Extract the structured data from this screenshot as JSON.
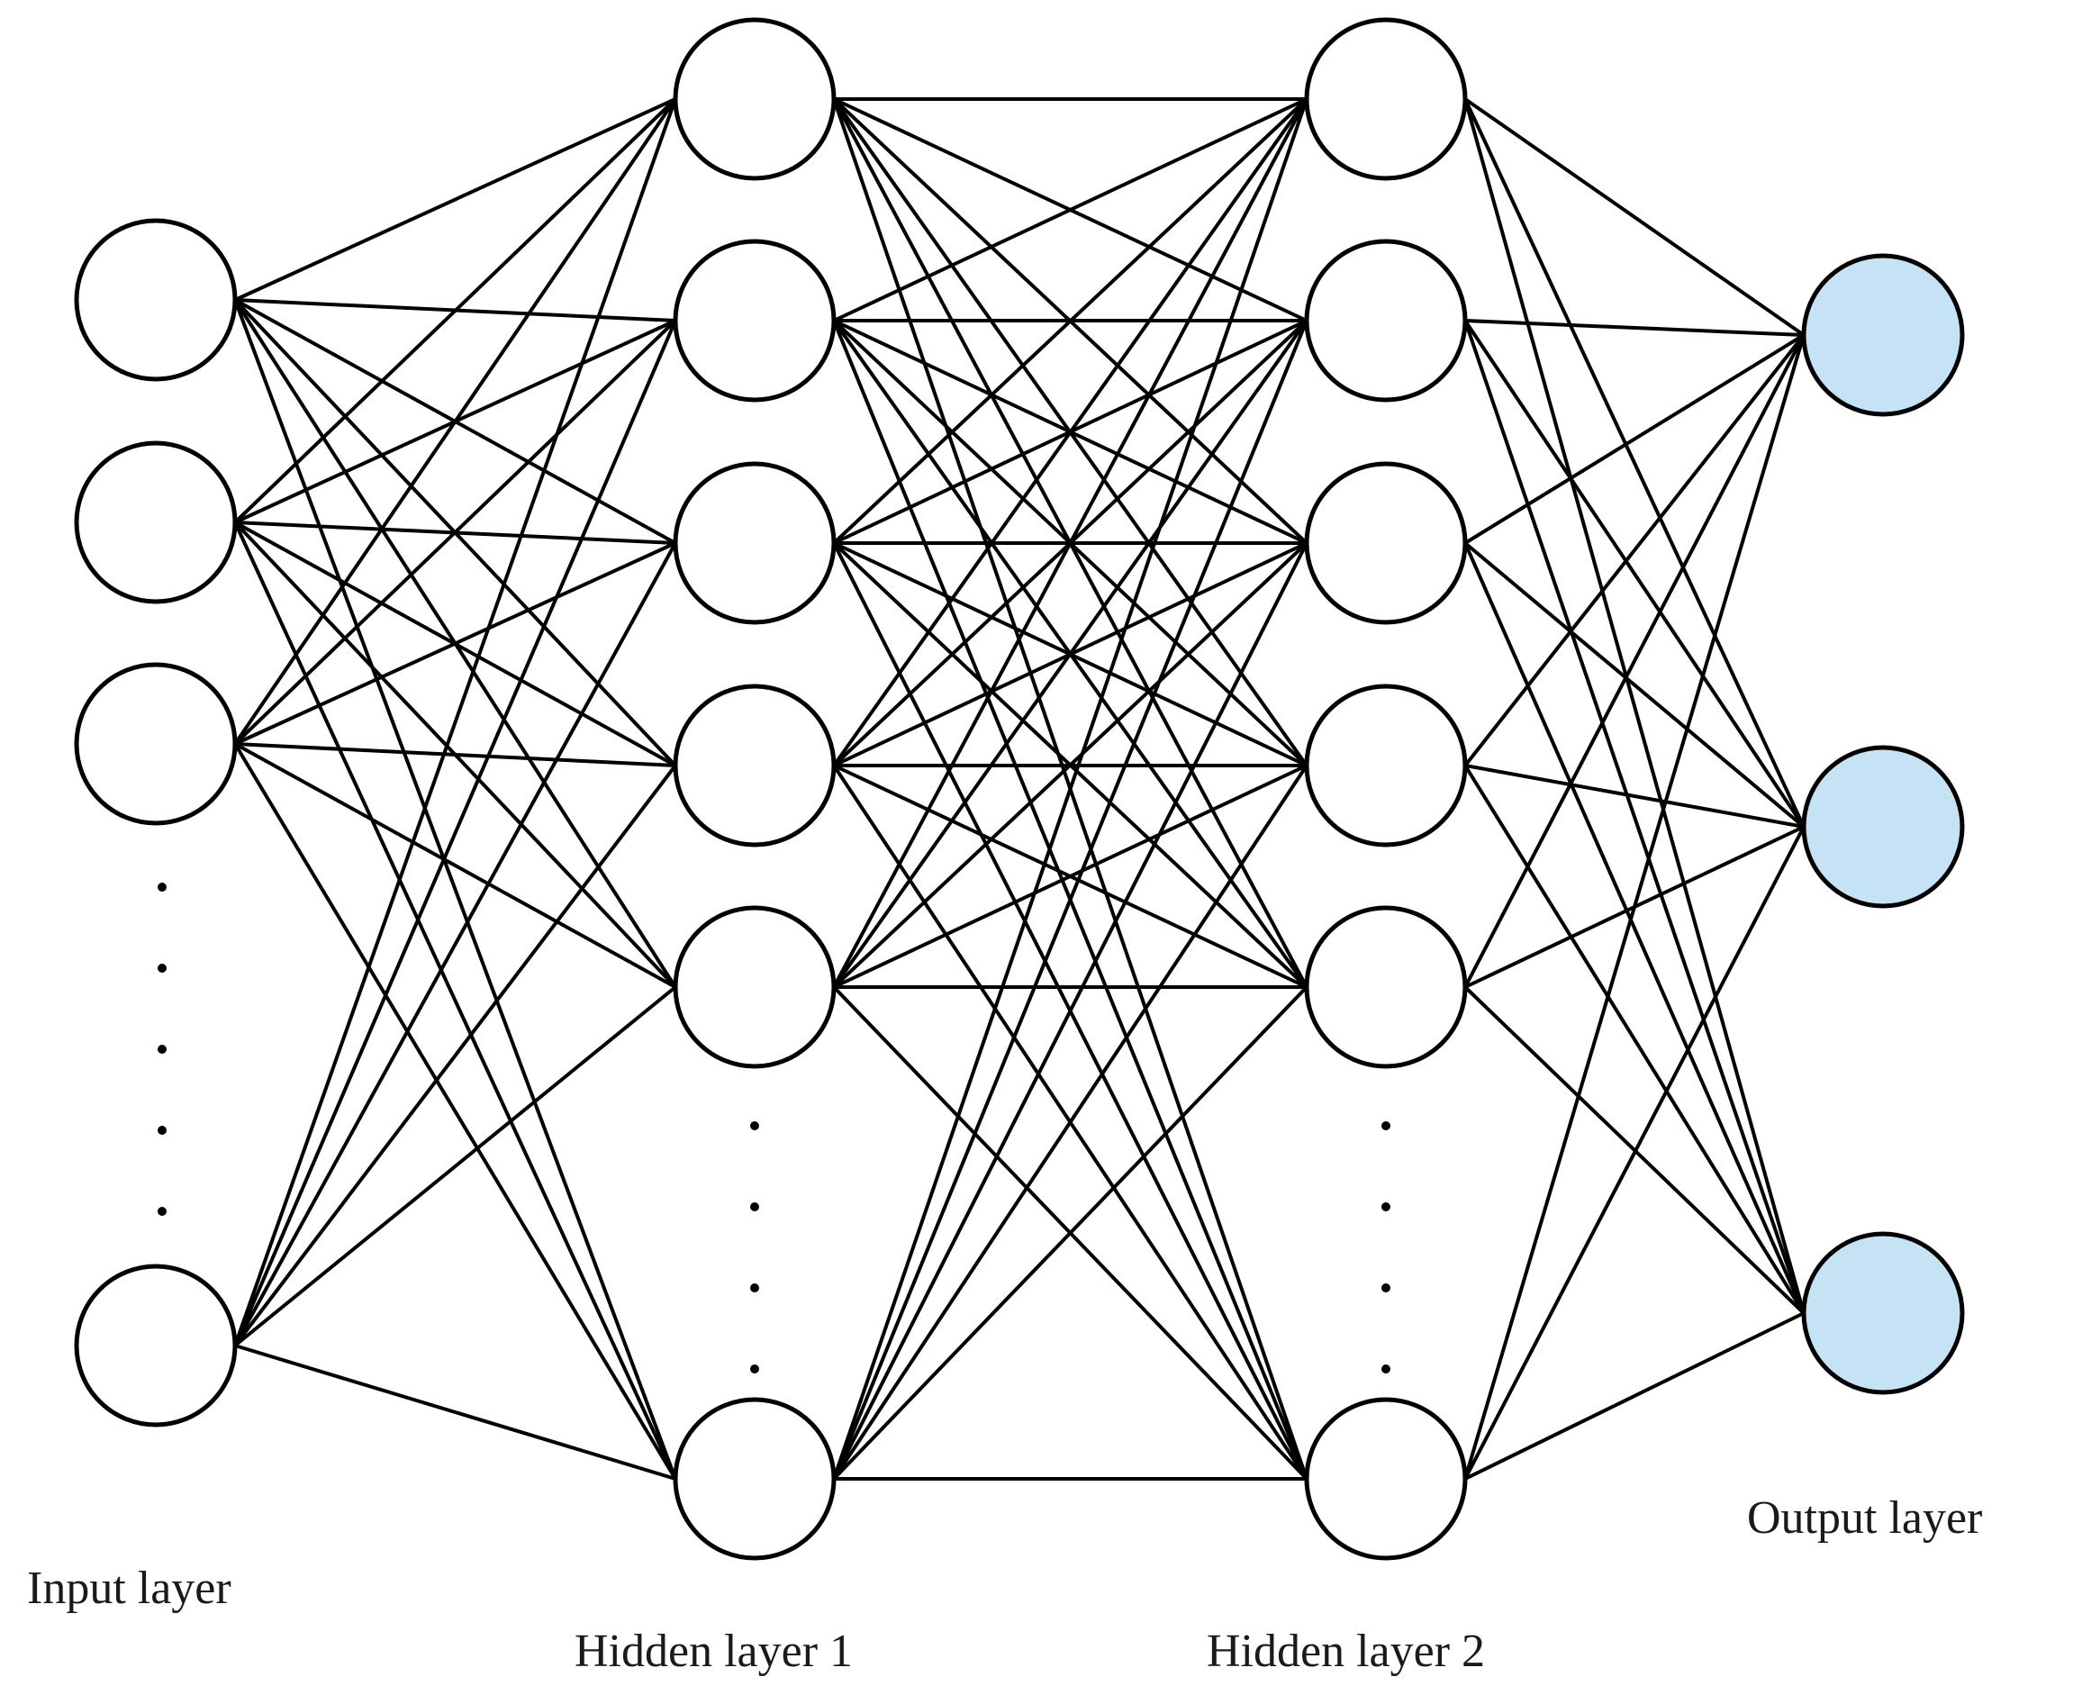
{
  "labels": {
    "input": "Input layer",
    "hidden1": "Hidden layer 1",
    "hidden2": "Hidden layer 2",
    "output": "Output layer"
  },
  "colors": {
    "output_fill": "#c6e2f5",
    "node_fill": "#ffffff",
    "stroke": "#000000"
  }
}
